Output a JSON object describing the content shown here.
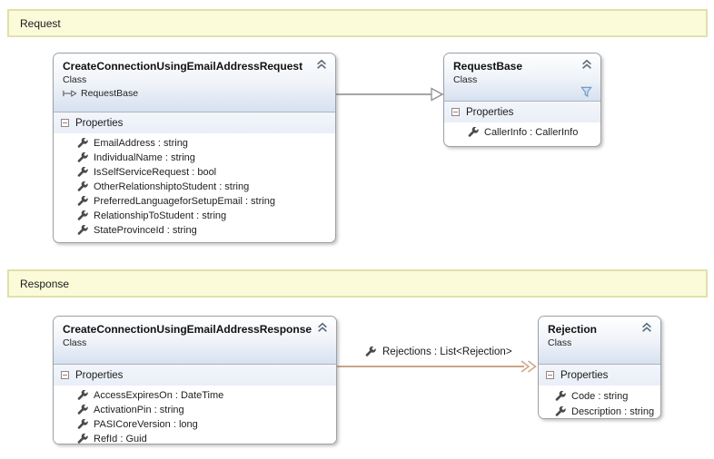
{
  "comments": [
    {
      "label": "Request"
    },
    {
      "label": "Response"
    }
  ],
  "classes": {
    "request": {
      "title": "CreateConnectionUsingEmailAddressRequest",
      "stereotype": "Class",
      "inherits": "RequestBase",
      "section": "Properties",
      "properties": [
        "EmailAddress : string",
        "IndividualName : string",
        "IsSelfServiceRequest : bool",
        "OtherRelationshiptoStudent : string",
        "PreferredLanguageforSetupEmail : string",
        "RelationshipToStudent : string",
        "StateProvinceId : string"
      ]
    },
    "request_base": {
      "title": "RequestBase",
      "stereotype": "Class",
      "section": "Properties",
      "properties": [
        "CallerInfo : CallerInfo"
      ]
    },
    "response": {
      "title": "CreateConnectionUsingEmailAddressResponse",
      "stereotype": "Class",
      "section": "Properties",
      "properties": [
        "AccessExpiresOn : DateTime",
        "ActivationPin : string",
        "PASICoreVersion : long",
        "RefId : Guid"
      ]
    },
    "rejection": {
      "title": "Rejection",
      "stereotype": "Class",
      "section": "Properties",
      "properties": [
        "Code : string",
        "Description : string"
      ]
    }
  },
  "connectors": {
    "inheritance": {
      "type": "inheritance",
      "from": "CreateConnectionUsingEmailAddressRequest",
      "to": "RequestBase"
    },
    "association": {
      "type": "association",
      "label": "Rejections : List<Rejection>"
    }
  },
  "icons": {
    "collapse": "chevron-double-up",
    "property": "wrench",
    "filter": "funnel",
    "inherits": "open-arrow-right"
  },
  "colors": {
    "comment_bg": "#FBFBD9",
    "comment_border": "#E0E0AC",
    "header_gradient_bottom": "#D7E1F0",
    "section_bg": "#E9EEF7",
    "box_border": "#9AA0A6",
    "inheritance_line": "#A6A6A6",
    "association_line": "#CBA588"
  }
}
